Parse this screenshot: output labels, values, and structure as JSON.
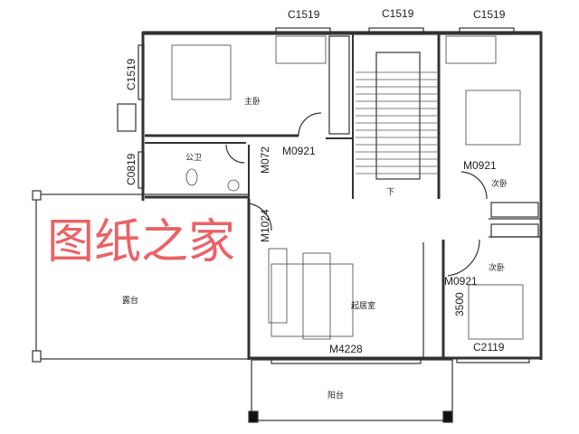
{
  "rooms": {
    "master_bedroom": "主卧",
    "public_bathroom": "公卫",
    "second_bedroom_upper": "次卧",
    "second_bedroom_lower": "次卧",
    "living_room": "起居室",
    "terrace": "露台",
    "balcony": "阳台",
    "stair_down": "下"
  },
  "windows": {
    "top_master": "C1519",
    "top_stair": "C1519",
    "top_right": "C1519",
    "left_master": "C1519",
    "left_bath": "C0819",
    "bottom_right": "C2119"
  },
  "doors": {
    "master": "M0921",
    "bath": "M072",
    "upper_bedroom": "M0921",
    "living_entry": "M1024",
    "lower_bedroom": "M0921",
    "living_balcony": "M4228"
  },
  "dimensions": {
    "lower_bedroom_width": "3500"
  },
  "watermark": "图纸之家",
  "colors": {
    "walls": "#111111",
    "lines": "#333333",
    "watermark": "#e8474c"
  }
}
